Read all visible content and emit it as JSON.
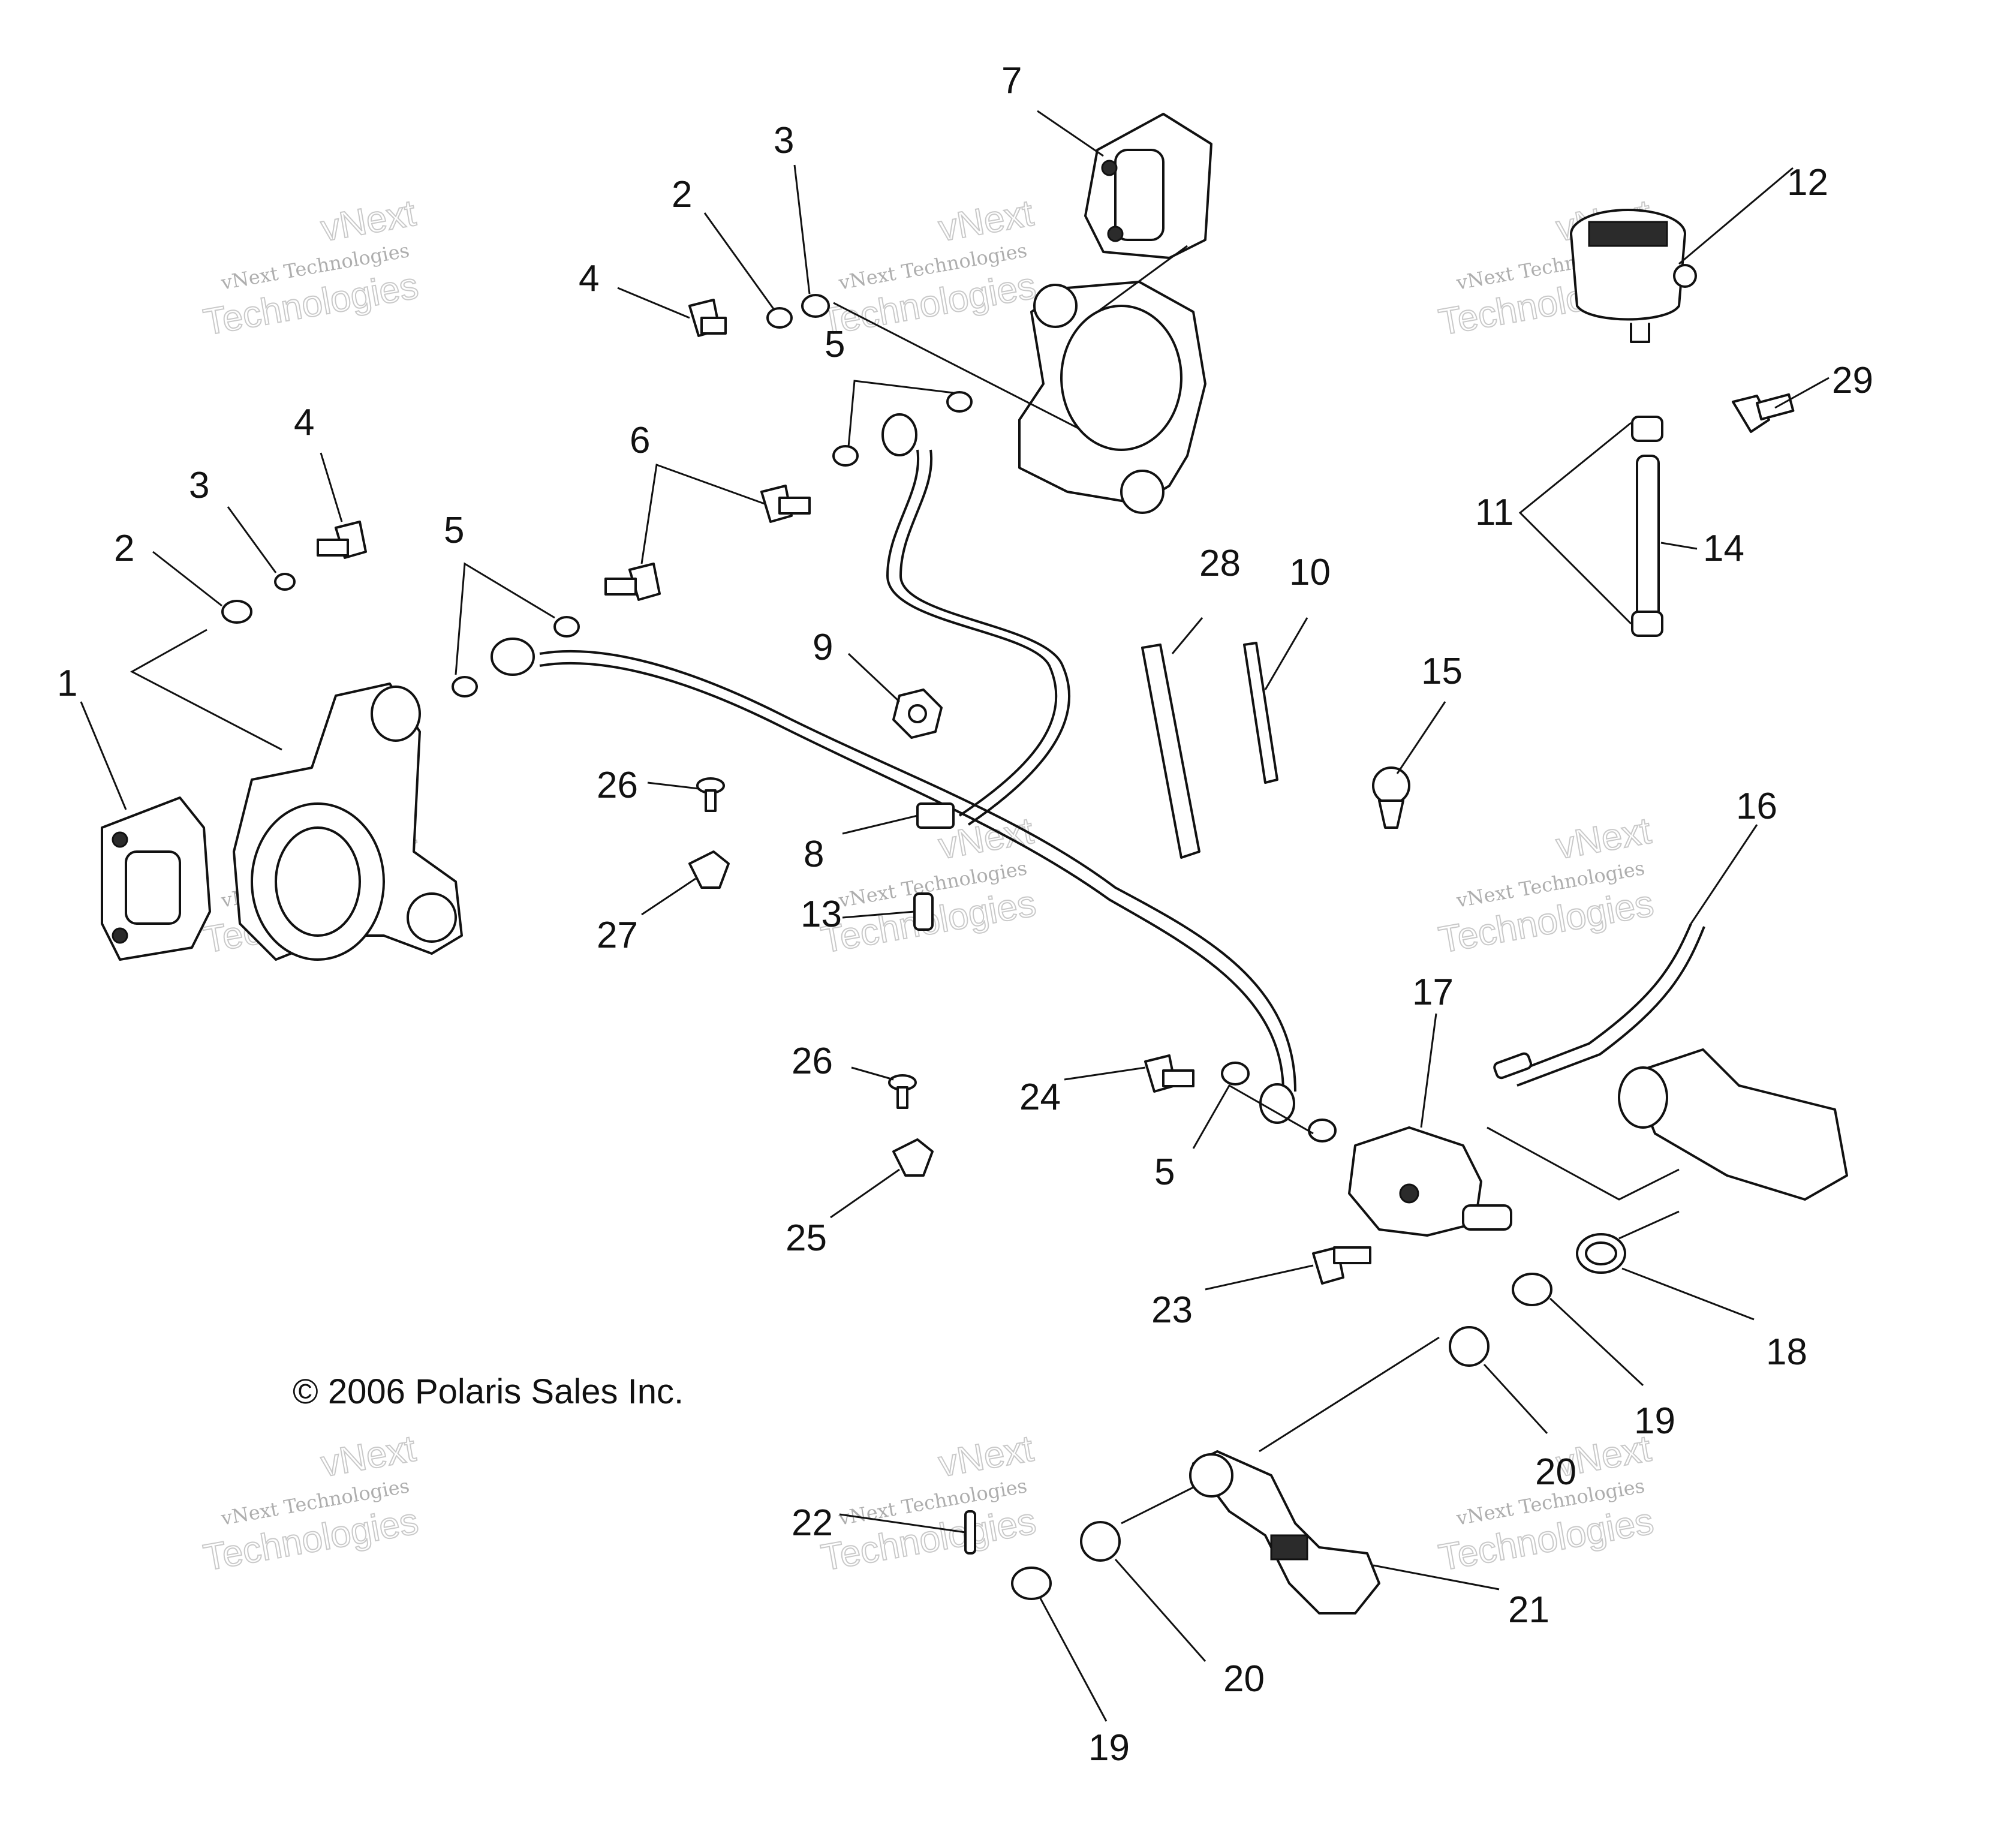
{
  "callouts": {
    "c1": "1",
    "c2a": "2",
    "c2b": "2",
    "c3a": "3",
    "c3b": "3",
    "c4a": "4",
    "c4b": "4",
    "c5a": "5",
    "c5b": "5",
    "c5c": "5",
    "c6": "6",
    "c7": "7",
    "c8": "8",
    "c9": "9",
    "c10": "10",
    "c11": "11",
    "c12": "12",
    "c13": "13",
    "c14": "14",
    "c15": "15",
    "c16": "16",
    "c17": "17",
    "c18": "18",
    "c19a": "19",
    "c19b": "19",
    "c20a": "20",
    "c20b": "20",
    "c21": "21",
    "c22": "22",
    "c23": "23",
    "c24": "24",
    "c25": "25",
    "c26a": "26",
    "c26b": "26",
    "c27": "27",
    "c28": "28",
    "c29": "29"
  },
  "copyright": "© 2006 Polaris Sales Inc.",
  "watermark": {
    "line1": "vNext Technologies",
    "line2": "vNext",
    "line3": "Technologies"
  }
}
